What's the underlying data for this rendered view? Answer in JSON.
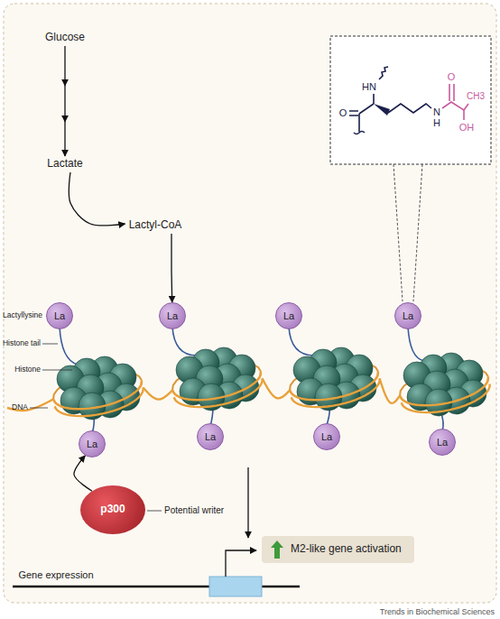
{
  "diagram": {
    "nodes": [
      {
        "text": [
          "Glucose"
        ]
      },
      {
        "text": [
          "Lactate"
        ]
      },
      {
        "text": [
          "Lactyl-CoA"
        ]
      },
      {
        "text": [
          "La"
        ]
      },
      {
        "text": [
          "La"
        ]
      },
      {
        "text": [
          "La"
        ]
      },
      {
        "text": [
          "La"
        ]
      },
      {
        "text": [
          "La"
        ]
      },
      {
        "text": [
          "La"
        ]
      },
      {
        "text": [
          "La"
        ]
      },
      {
        "text": [
          "La"
        ]
      },
      {
        "text": [
          "p300"
        ]
      },
      {
        "text": [
          "M2-like gene activation"
        ]
      }
    ],
    "edges": [
      {
        "from": 0,
        "to": 1,
        "arrow": "to"
      },
      {
        "from": 1,
        "to": 2,
        "arrow": "to"
      },
      {
        "from": 2,
        "to": 4,
        "arrow": "to"
      },
      {
        "from": 11,
        "to": 7,
        "arrow": "to"
      }
    ],
    "labels": [
      "HN",
      "O",
      "N",
      "H",
      "O",
      "OH",
      "CH3",
      "Lactyllysine",
      "Histone tail",
      "Histone",
      "DNA",
      "Potential writer",
      "Gene expression",
      "Trends in Biochemical Sciences"
    ]
  }
}
